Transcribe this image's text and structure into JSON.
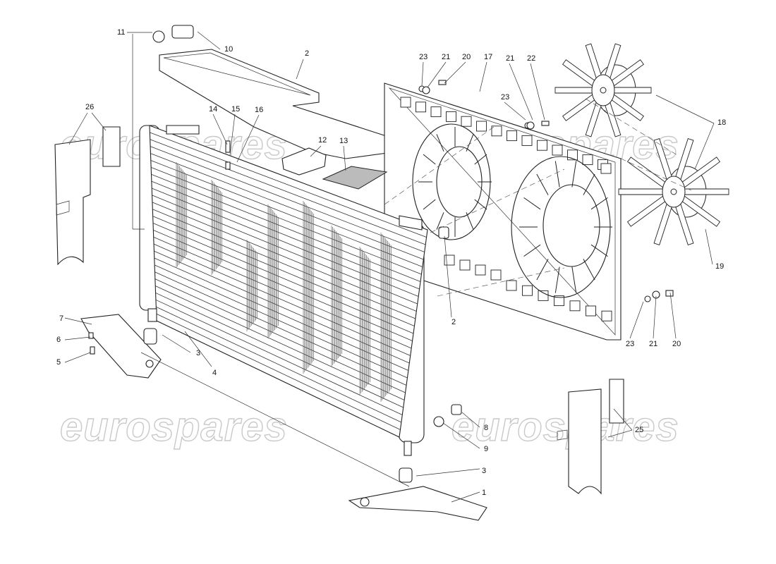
{
  "watermark": {
    "text": "eurospares",
    "color": "#c9c9c9"
  },
  "callouts": {
    "c1": "1",
    "c2a": "2",
    "c2b": "2",
    "c3a": "3",
    "c3b": "3",
    "c4": "4",
    "c5": "5",
    "c6": "6",
    "c7": "7",
    "c8": "8",
    "c9": "9",
    "c10": "10",
    "c11": "11",
    "c12": "12",
    "c13": "13",
    "c14": "14",
    "c15": "15",
    "c16": "16",
    "c17": "17",
    "c18": "18",
    "c19": "19",
    "c20a": "20",
    "c20b": "20",
    "c21a": "21",
    "c21b": "21",
    "c21c": "21",
    "c22": "22",
    "c23a": "23",
    "c23b": "23",
    "c23c": "23",
    "c25": "25",
    "c26": "26"
  }
}
